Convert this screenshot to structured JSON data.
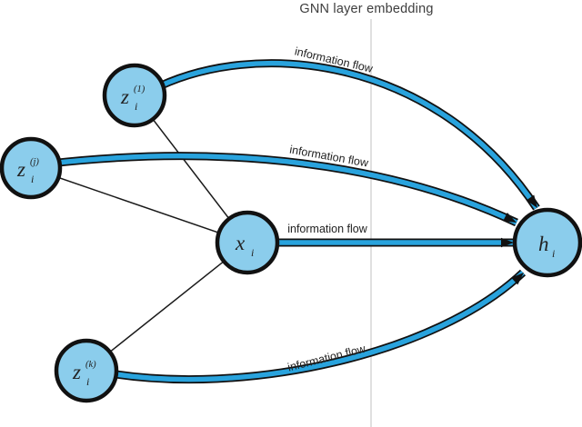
{
  "header": {
    "title": "GNN layer embedding"
  },
  "nodes": {
    "z1": {
      "base": "z",
      "sub": "i",
      "sup": "(1)"
    },
    "zj": {
      "base": "z",
      "sub": "i",
      "sup": "(j)"
    },
    "xi": {
      "base": "x",
      "sub": "i",
      "sup": ""
    },
    "zk": {
      "base": "z",
      "sub": "i",
      "sup": "(k)"
    },
    "hi": {
      "base": "h",
      "sub": "i",
      "sup": ""
    }
  },
  "flow_labels": [
    "information flow",
    "information flow",
    "information flow",
    "information flow"
  ],
  "colors": {
    "node_fill": "#8bcdec",
    "arrow_blue": "#29a3dd",
    "outline": "#111111",
    "edge_line": "#1a1a1a",
    "divider": "#e0e0e0",
    "title_color": "#3d3d3d",
    "label_color": "#222222"
  }
}
